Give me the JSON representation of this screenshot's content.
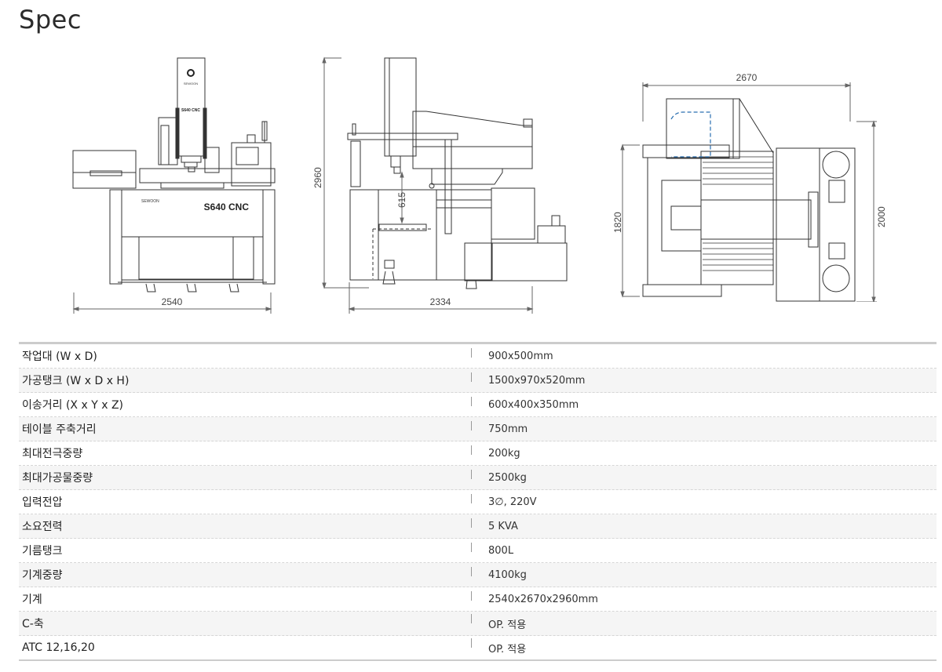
{
  "page": {
    "title": "Spec"
  },
  "drawings": {
    "front_view": {
      "brand_label": "SEWOON",
      "model_label": "S640 CNC",
      "width_dimension": "2540"
    },
    "side_view": {
      "height_dimension": "2960",
      "inner_dimension": "615",
      "depth_dimension": "2334"
    },
    "top_view": {
      "width_dimension": "2670",
      "left_dimension": "1820",
      "right_dimension": "2000"
    }
  },
  "spec_table": {
    "rows": [
      {
        "label": "작업대 (W x D)",
        "value": "900x500mm"
      },
      {
        "label": "가공탱크 (W x D x H)",
        "value": "1500x970x520mm"
      },
      {
        "label": "이송거리 (X x Y x Z)",
        "value": "600x400x350mm"
      },
      {
        "label": "테이블 주축거리",
        "value": "750mm"
      },
      {
        "label": "최대전극중량",
        "value": "200kg"
      },
      {
        "label": "최대가공물중량",
        "value": "2500kg"
      },
      {
        "label": "입력전압",
        "value": "3∅, 220V"
      },
      {
        "label": "소요전력",
        "value": "5 KVA"
      },
      {
        "label": "기름탱크",
        "value": "800L"
      },
      {
        "label": "기계중량",
        "value": "4100kg"
      },
      {
        "label": "기계",
        "value": "2540x2670x2960mm"
      },
      {
        "label": "C-축",
        "value": "OP. 적용"
      },
      {
        "label": "ATC 12,16,20",
        "value": "OP. 적용"
      }
    ]
  }
}
